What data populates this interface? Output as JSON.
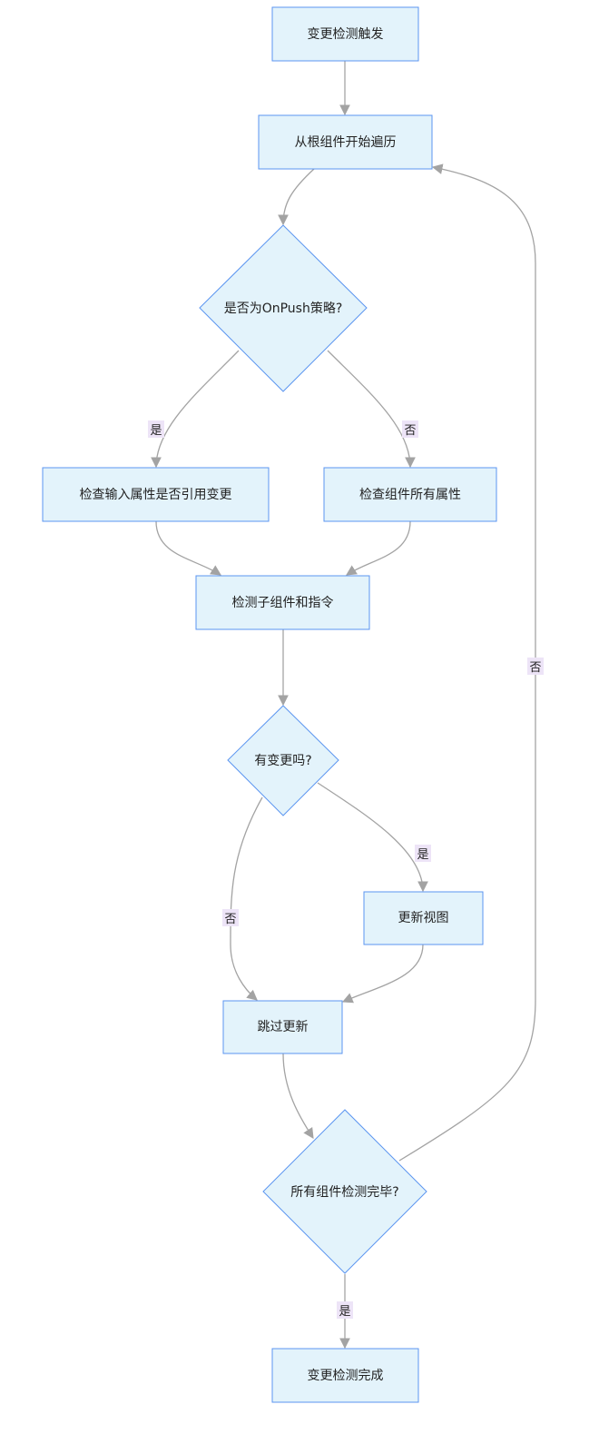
{
  "nodes": {
    "start": "变更检测触发",
    "traverse": "从根组件开始遍历",
    "onpush": "是否为OnPush策略?",
    "check_input": "检查输入属性是否引用变更",
    "check_all": "检查组件所有属性",
    "check_children": "检测子组件和指令",
    "changed": "有变更吗?",
    "update_view": "更新视图",
    "skip_update": "跳过更新",
    "all_done": "所有组件检测完毕?",
    "complete": "变更检测完成"
  },
  "edge_labels": {
    "onpush_yes": "是",
    "onpush_no": "否",
    "changed_yes": "是",
    "changed_no": "否",
    "done_yes": "是",
    "done_no": "否"
  },
  "colors": {
    "node_fill": "#e3f3fb",
    "node_stroke": "#5b95f0",
    "edge": "#a3a3a3",
    "label_bg": "#ede4f7"
  }
}
